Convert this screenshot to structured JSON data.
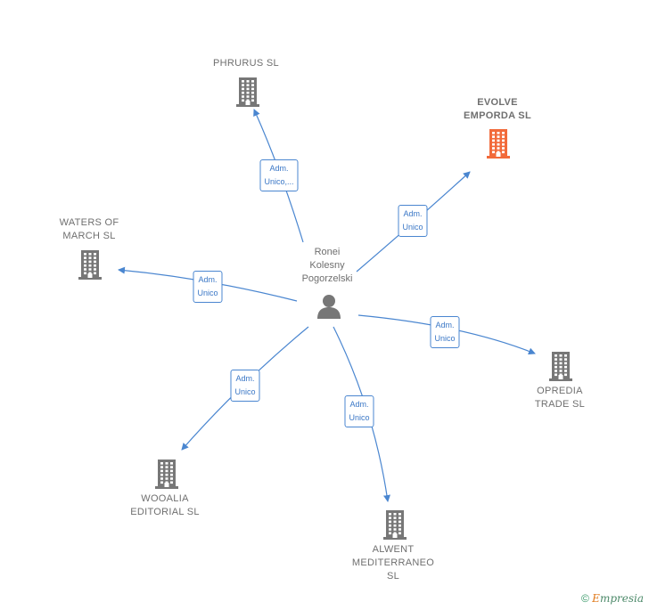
{
  "person": {
    "label": "Ronei\nKolesny\nPogorzelski",
    "icon": "person-icon"
  },
  "companies": [
    {
      "id": "phrurus",
      "label": "PHRURUS SL",
      "icon": "building-icon",
      "color": "#777777"
    },
    {
      "id": "evolve",
      "label": "EVOLVE\nEMPORDA SL",
      "icon": "building-icon",
      "color": "#f26a3a",
      "highlight": true
    },
    {
      "id": "waters",
      "label": "WATERS OF\nMARCH SL",
      "icon": "building-icon",
      "color": "#777777"
    },
    {
      "id": "opredia",
      "label": "OPREDIA\nTRADE SL",
      "icon": "building-icon",
      "color": "#777777"
    },
    {
      "id": "wooalia",
      "label": "WOOALIA\nEDITORIAL SL",
      "icon": "building-icon",
      "color": "#777777"
    },
    {
      "id": "alwent",
      "label": "ALWENT\nMEDITERRANEO\nSL",
      "icon": "building-icon",
      "color": "#777777"
    }
  ],
  "relations": [
    {
      "to": "phrurus",
      "label": "Adm.\nUnico,..."
    },
    {
      "to": "evolve",
      "label": "Adm.\nUnico"
    },
    {
      "to": "waters",
      "label": "Adm.\nUnico"
    },
    {
      "to": "opredia",
      "label": "Adm.\nUnico"
    },
    {
      "to": "wooalia",
      "label": "Adm.\nUnico"
    },
    {
      "to": "alwent",
      "label": "Adm.\nUnico"
    }
  ],
  "footer": {
    "copyright": "©",
    "brand_first": "E",
    "brand_rest": "mpresia"
  },
  "colors": {
    "edge": "#4a86d0",
    "node": "#777777",
    "highlight": "#f26a3a"
  }
}
